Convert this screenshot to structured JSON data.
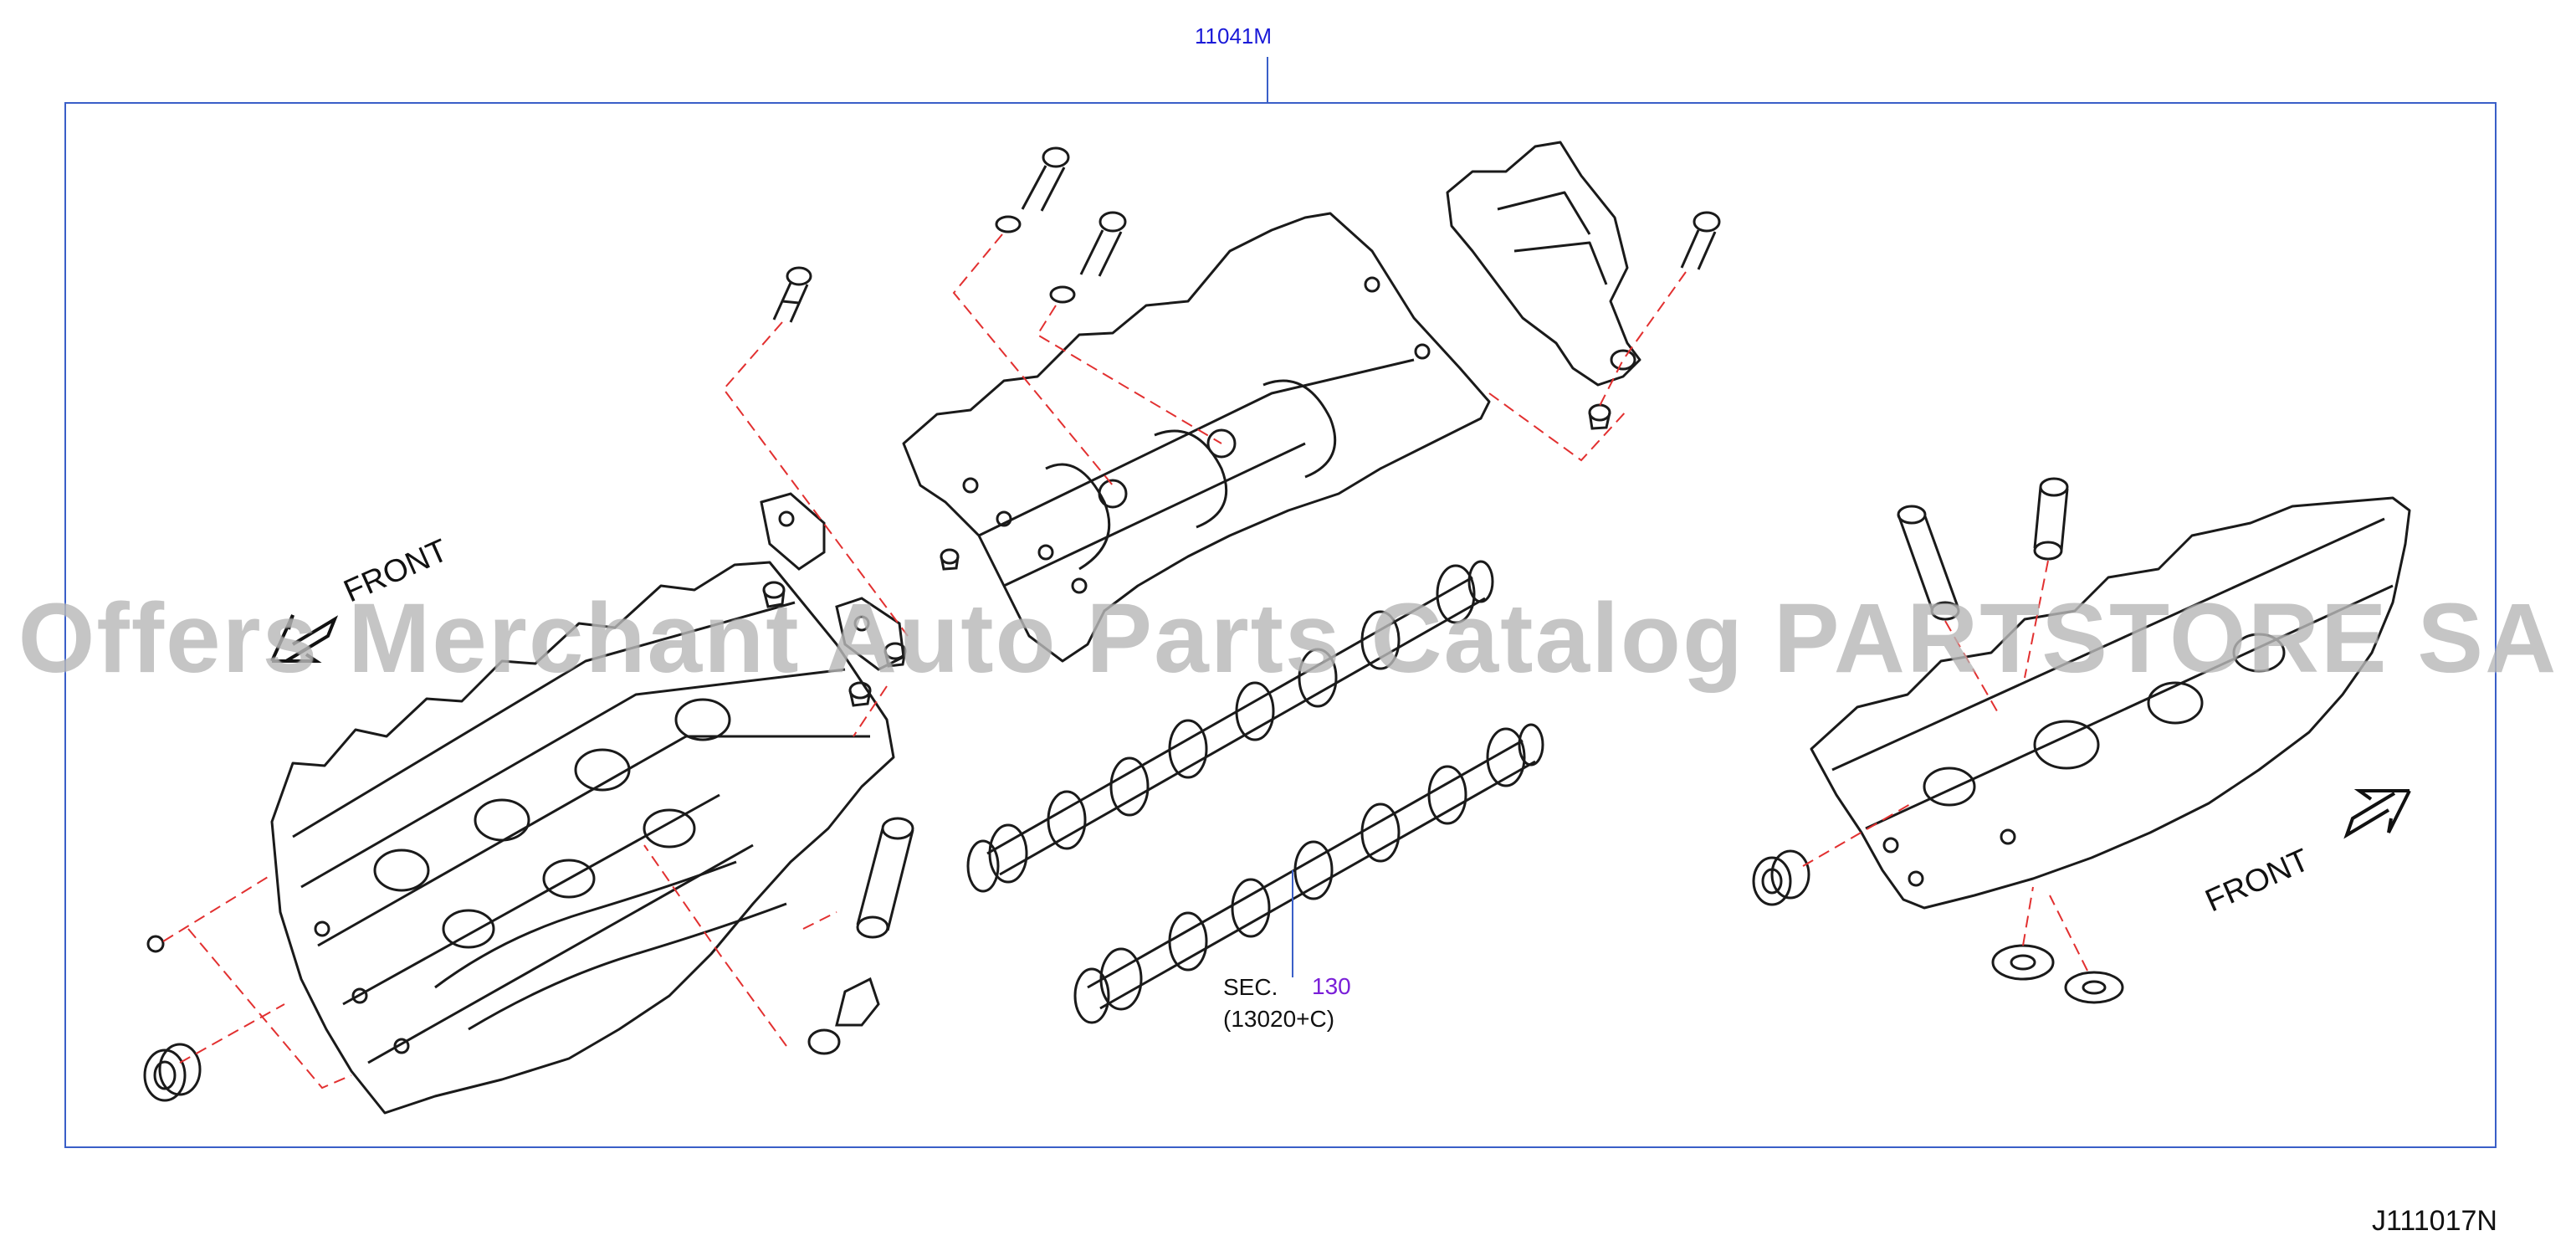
{
  "assembly_ref": "11041M",
  "section": {
    "prefix": "SEC.",
    "number": "130",
    "sub": "(13020+C)"
  },
  "front_labels": [
    "FRONT",
    "FRONT"
  ],
  "watermark": "Offers Merchant Auto Parts Catalog PARTSTORE SA",
  "diagram_id": "J111017N",
  "colors": {
    "frame": "#3a5fc8",
    "link": "#1a1ad8",
    "section_link": "#7a1fd8",
    "leader": "#e23030",
    "line": "#1a1a1a"
  }
}
